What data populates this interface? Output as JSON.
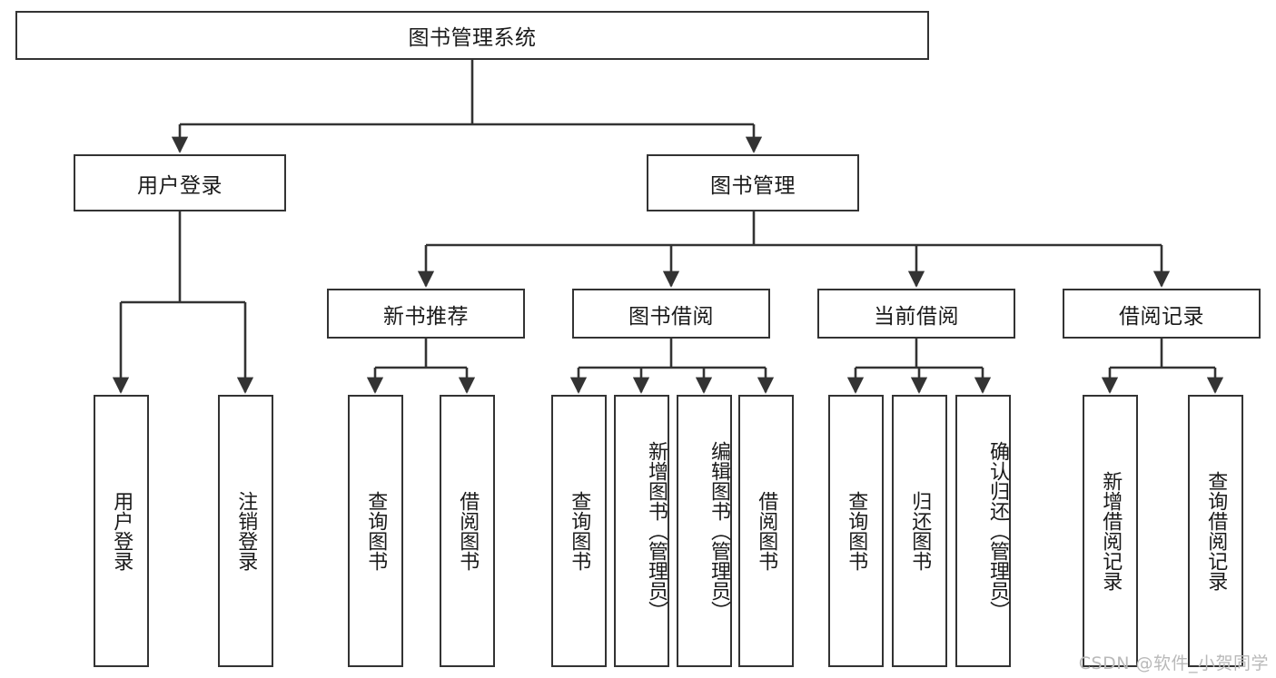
{
  "diagram": {
    "title": "图书管理系统",
    "type": "hierarchy-tree",
    "stroke_color": "#333333",
    "fill_color": "#ffffff",
    "text_color": "#1a1a1a"
  },
  "root": {
    "label": "图书管理系统"
  },
  "level1": [
    {
      "label": "用户登录"
    },
    {
      "label": "图书管理"
    }
  ],
  "level2": [
    {
      "label": "新书推荐"
    },
    {
      "label": "图书借阅"
    },
    {
      "label": "当前借阅"
    },
    {
      "label": "借阅记录"
    }
  ],
  "leaves": {
    "user_login": [
      {
        "label": "用户登录"
      },
      {
        "label": "注销登录"
      }
    ],
    "new_book_recommend": [
      {
        "label": "查询图书"
      },
      {
        "label": "借阅图书"
      }
    ],
    "book_borrow": [
      {
        "label": "查询图书"
      },
      {
        "label": "新增图书（管理员）"
      },
      {
        "label": "编辑图书（管理员）"
      },
      {
        "label": "借阅图书"
      }
    ],
    "current_borrow": [
      {
        "label": "查询图书"
      },
      {
        "label": "归还图书"
      },
      {
        "label": "确认归还（管理员）"
      }
    ],
    "borrow_record": [
      {
        "label": "新增借阅记录"
      },
      {
        "label": "查询借阅记录"
      }
    ]
  },
  "watermark": {
    "text": "CSDN @软件_小贺同学"
  }
}
